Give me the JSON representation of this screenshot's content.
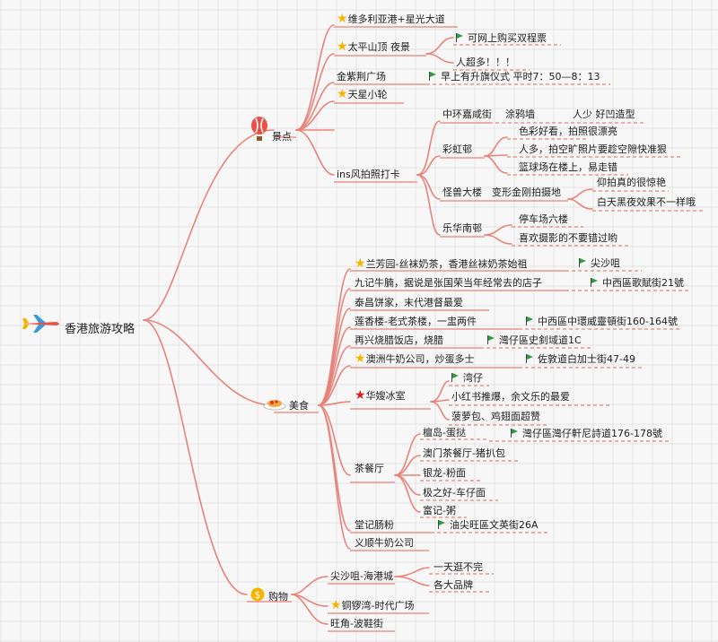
{
  "title": "香港旅游攻略",
  "branches": {
    "scenic": {
      "label": "景点",
      "victoria": "维多利亚港+星光大道",
      "peak": "太平山顶  夜景",
      "peak_ticket": "可网上购买双程票",
      "peak_crowd": "人超多！！！",
      "bauhinia": "金紫荆广场",
      "bauhinia_note": "早上有升旗仪式  平时7：50—8：13",
      "star_ferry": "天星小轮",
      "ins": "ins风拍照打卡",
      "central": "中环嘉咸街",
      "central_sub": "涂鸦墙",
      "central_sub2": "人少  好凹造型",
      "rainbow": "彩虹邨",
      "rainbow_1": "色彩好看，拍照很漂亮",
      "rainbow_2": "人多，拍空旷照片要趁空隙快准狠",
      "rainbow_3": "篮球场在楼上，易走错",
      "monster": "怪兽大楼",
      "monster_sub": "变形金刚拍摄地",
      "monster_1": "仰拍真的很惊艳",
      "monster_2": "白天黑夜效果不一样哦",
      "lokfu": "乐华南邨",
      "lokfu_1": "停车场六楼",
      "lokfu_2": "喜欢摄影的不要错过哟"
    },
    "food": {
      "label": "美食",
      "lanfong": "兰芳园-丝袜奶茶，香港丝袜奶茶始祖",
      "lanfong_loc": "尖沙咀",
      "kau": "九记牛腩，据说是张国荣当年经常去的店子",
      "kau_loc": "中西區歌賦街21號",
      "taicheong": "泰昌饼家，末代港督最爱",
      "lin": "莲香楼-老式茶楼，一盅两件",
      "lin_loc": "中西區中環威靈頓街160-164號",
      "joy": "再兴烧腊饭店，烧腊",
      "joy_loc": "灣仔區史釗域道1C",
      "australia": "澳洲牛奶公司，炒蛋多士",
      "australia_loc": "佐敦道白加士街47-49",
      "wahsan": "华嫂冰室",
      "wahsan_loc": "湾仔",
      "wahsan_1": "小红书推爆，余文乐的最爱",
      "wahsan_2": "菠萝包、鸡翅面超赞",
      "chachaan": "茶餐厅",
      "tan": "檀岛-蛋挞",
      "tan_loc": "灣仔區灣仔軒尼詩道176-178號",
      "macau": "澳门茶餐厅-猪扒包",
      "ginlung": "银龙-粉面",
      "good": "极之好-车仔面",
      "fu": "富记-粥",
      "tong": "堂记肠粉",
      "tong_loc": "油尖旺區文英街26A",
      "yee": "义顺牛奶公司"
    },
    "shopping": {
      "label": "购物",
      "harbour": "尖沙咀-海港城",
      "harbour_1": "一天逛不完",
      "harbour_2": "各大品牌",
      "times": "铜锣湾-时代广场",
      "mongkok": "旺角-波鞋街"
    }
  },
  "colors": {
    "line": "#e8837a",
    "dash": "#e8837a",
    "flag": "#2e9b3e",
    "star": "#f5b400",
    "star_red": "#d81e1e"
  }
}
